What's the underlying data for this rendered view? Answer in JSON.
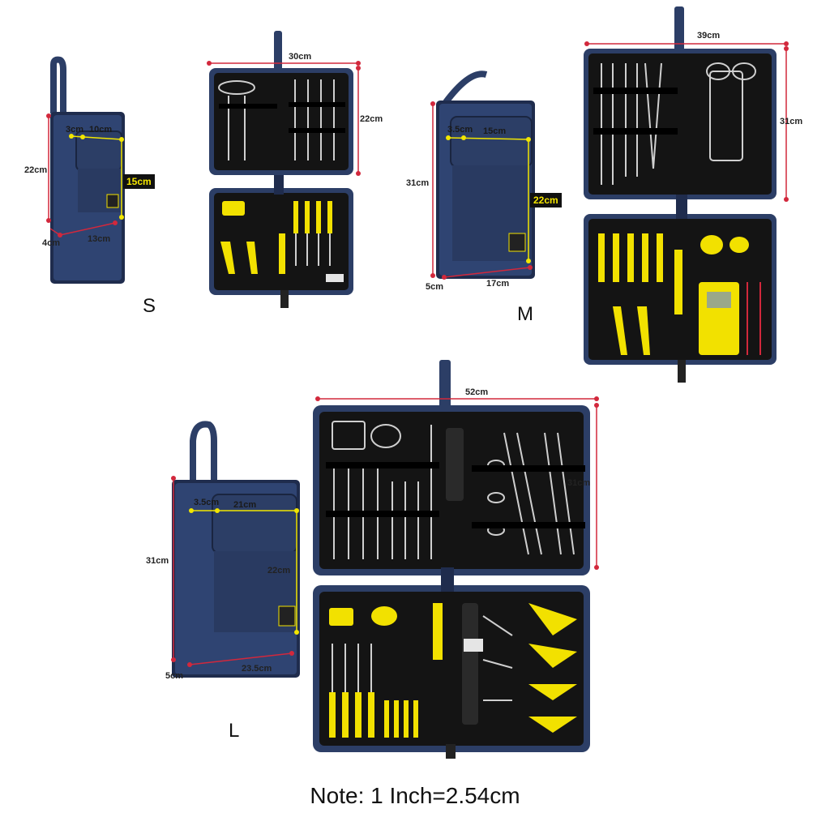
{
  "sizes": {
    "s": {
      "label": "S",
      "closed": {
        "height": "22cm",
        "flap": "3cm",
        "pocket_width": "10cm",
        "pocket_height": "15cm",
        "depth": "4cm",
        "width": "13cm"
      },
      "open": {
        "width": "30cm",
        "height": "22cm"
      }
    },
    "m": {
      "label": "M",
      "closed": {
        "height": "31cm",
        "flap": "3.5cm",
        "pocket_width": "15cm",
        "pocket_height": "22cm",
        "depth": "5cm",
        "width": "17cm"
      },
      "open": {
        "width": "39cm",
        "height": "31cm"
      }
    },
    "l": {
      "label": "L",
      "closed": {
        "height": "31cm",
        "flap": "3.5cm",
        "pocket_width": "21cm",
        "pocket_height": "22cm",
        "depth": "5cm",
        "width": "23.5cm"
      },
      "open": {
        "width": "52cm",
        "height": "31cm"
      }
    }
  },
  "note": "Note: 1 Inch=2.54cm",
  "colors": {
    "bag_blue": "#2c3e66",
    "bag_dark": "#1f2c4d",
    "interior": "#111111",
    "dimension_red": "#d2283c",
    "dimension_yellow": "#f2e600",
    "tool_yellow": "#f2e100"
  }
}
